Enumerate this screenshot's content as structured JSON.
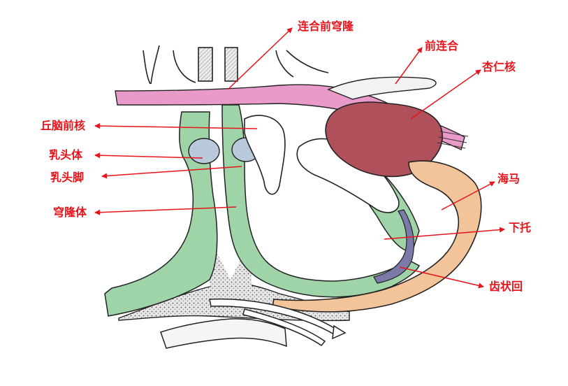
{
  "labels": {
    "anterior_commissure_fornix": "连合前穹隆",
    "anterior_commissure": "前连合",
    "amygdala": "杏仁核",
    "anterior_thalamic_nucleus": "丘脑前核",
    "mammillary_body": "乳头体",
    "mammillary_peduncle": "乳头脚",
    "fornix_body": "穹隆体",
    "hippocampus": "海马",
    "subiculum": "下托",
    "dentate_gyrus": "齿状回"
  },
  "colors": {
    "label": "#e8141b",
    "fornix": "#9fd4a8",
    "commissure": "#e89ac8",
    "amygdala": "#b0505a",
    "hippocampus": "#f3c49a",
    "mammillary": "#b9c9dc",
    "dentate": "#7a7aa8"
  }
}
